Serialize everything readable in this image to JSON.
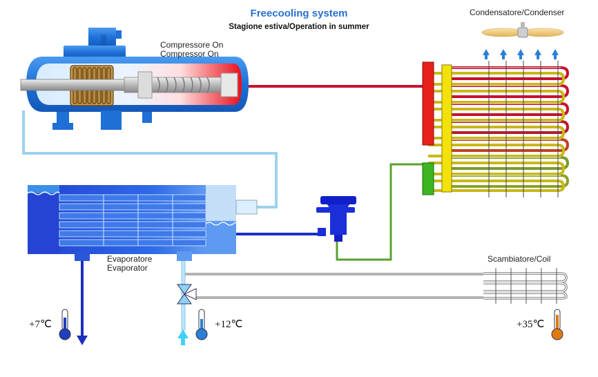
{
  "title": "Freecooling system",
  "subtitle": "Stagione estiva/Operation in summer",
  "labels": {
    "compressor_it": "Compressore On",
    "compressor_en": "Compressor On",
    "condenser": "Condensatore/Condenser",
    "evaporator_it": "Evaporatore",
    "evaporator_en": "Evaporator",
    "coil": "Scambiatore/Coil"
  },
  "temperatures": {
    "outlet": "+7℃",
    "inlet": "+12℃",
    "ambient": "+35℃"
  },
  "colors": {
    "title": "#2a6fd0",
    "hot_line": "#c8102e",
    "liquid_line": "#5aa02c",
    "cold_water": "#1a2fbf",
    "compressor_blue": "#1e6fd6",
    "evaporator_blue": "#2a56d8",
    "condenser_red": "#e8201a",
    "condenser_yellow": "#f2e20a",
    "condenser_green": "#3cb521",
    "thermometer_blue": "#1f3fbf",
    "thermometer_orange": "#e07a10"
  },
  "icons": [
    "fan-icon",
    "thermometer-icon",
    "arrow-down-icon",
    "arrow-up-icon",
    "expansion-valve-icon",
    "three-way-valve-icon"
  ]
}
